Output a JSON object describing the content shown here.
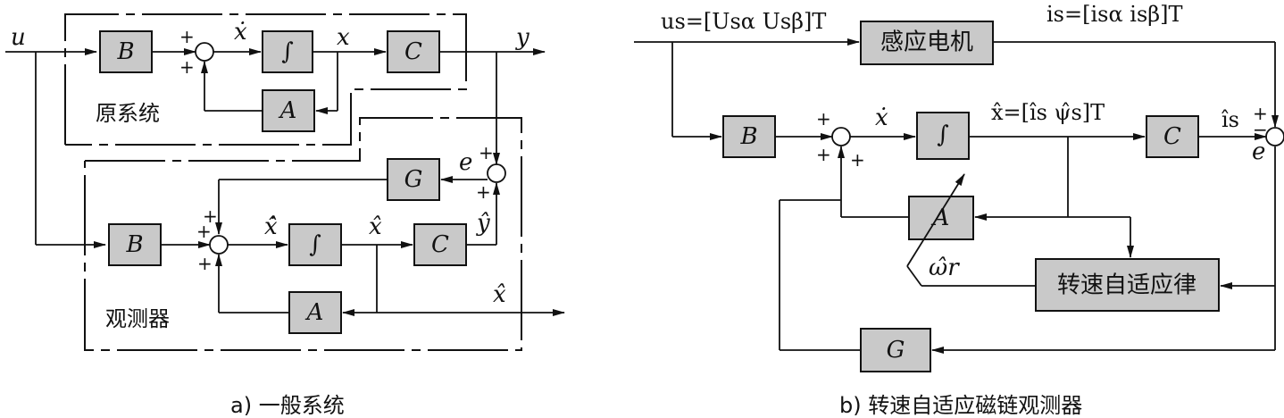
{
  "left": {
    "blocks": {
      "B_top": "B",
      "A_top": "A",
      "C_top": "C",
      "int_top": "∫",
      "B_obs": "B",
      "A_obs": "A",
      "C_obs": "C",
      "G_obs": "G",
      "int_obs": "∫"
    },
    "signals": {
      "u": "u",
      "y": "y",
      "x": "x",
      "xdot": "ẋ",
      "xhat": "x̂",
      "xhatdot": "x̂̇",
      "yhat": "ŷ",
      "e": "e",
      "xhat_out": "x̂"
    },
    "labels": {
      "original_system": "原系统",
      "observer": "观测器"
    },
    "caption": "a) 一般系统"
  },
  "right": {
    "blocks": {
      "motor": "感应电机",
      "B": "B",
      "int": "∫",
      "C": "C",
      "A": "A",
      "adaptive_law": "转速自适应律",
      "G": "G"
    },
    "signals": {
      "us": "us=[Usα  Usβ]T",
      "is": "is=[isα isβ]T",
      "xhat_def": "x̂=[îs  ψ̂s]T",
      "ishat": "îs",
      "xdot": "ẋ",
      "e": "e",
      "omega": "ω̂r"
    },
    "caption": "b) 转速自适应磁链观测器"
  },
  "signs": {
    "plus": "+",
    "minus": "−"
  }
}
